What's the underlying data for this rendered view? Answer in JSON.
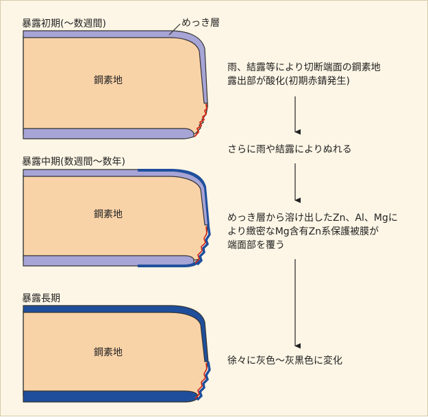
{
  "stages": [
    {
      "title": "暴露初期(〜数週間)",
      "steel": "鋼素地",
      "notes": [
        "雨、結露等により切断端面の鋼素地",
        "露出部が酸化(初期赤錆発生)"
      ]
    },
    {
      "title": "暴露中期(数週間〜数年)",
      "steel": "鋼素地",
      "notes": [
        "めっき層から溶け出したZn、Al、Mgに",
        "より緻密なMg含有Zn系保護被膜が",
        "端面部を覆う"
      ]
    },
    {
      "title": "暴露長期",
      "steel": "鋼素地",
      "notes": [
        "徐々に灰色〜灰黒色に変化"
      ]
    }
  ],
  "plating_label": "めっき層",
  "transition_note": "さらに雨や結露によりぬれる",
  "colors": {
    "steel": "#f9d3a8",
    "plating": "#a7a4d6",
    "protective_film": "#1f4f9c",
    "rust": "#d42a1a",
    "background": "#fdf6e6"
  }
}
